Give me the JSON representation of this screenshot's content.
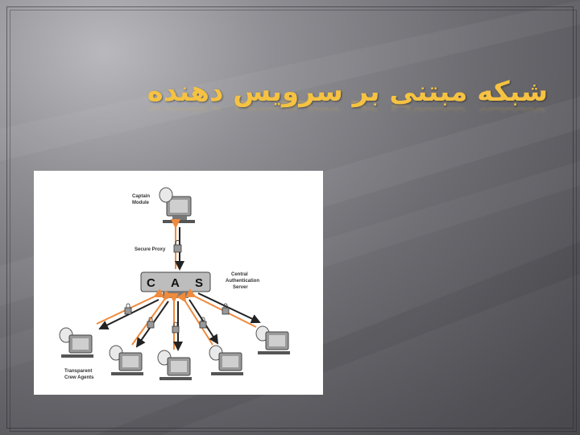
{
  "slide": {
    "title": "شبکه مبتنی بر سرویس دهنده"
  },
  "diagram": {
    "captain_label_1": "Captain",
    "captain_label_2": "Module",
    "proxy_label": "Secure Proxy",
    "cas_letters": [
      "C",
      "A",
      "S"
    ],
    "server_label_1": "Central",
    "server_label_2": "Authentication",
    "server_label_3": "Server",
    "agents_label_1": "Transparent",
    "agents_label_2": "Crew Agents"
  },
  "colors": {
    "title": "#f5c242",
    "arrow_orange": "#f08a3c",
    "arrow_dark": "#222222"
  }
}
